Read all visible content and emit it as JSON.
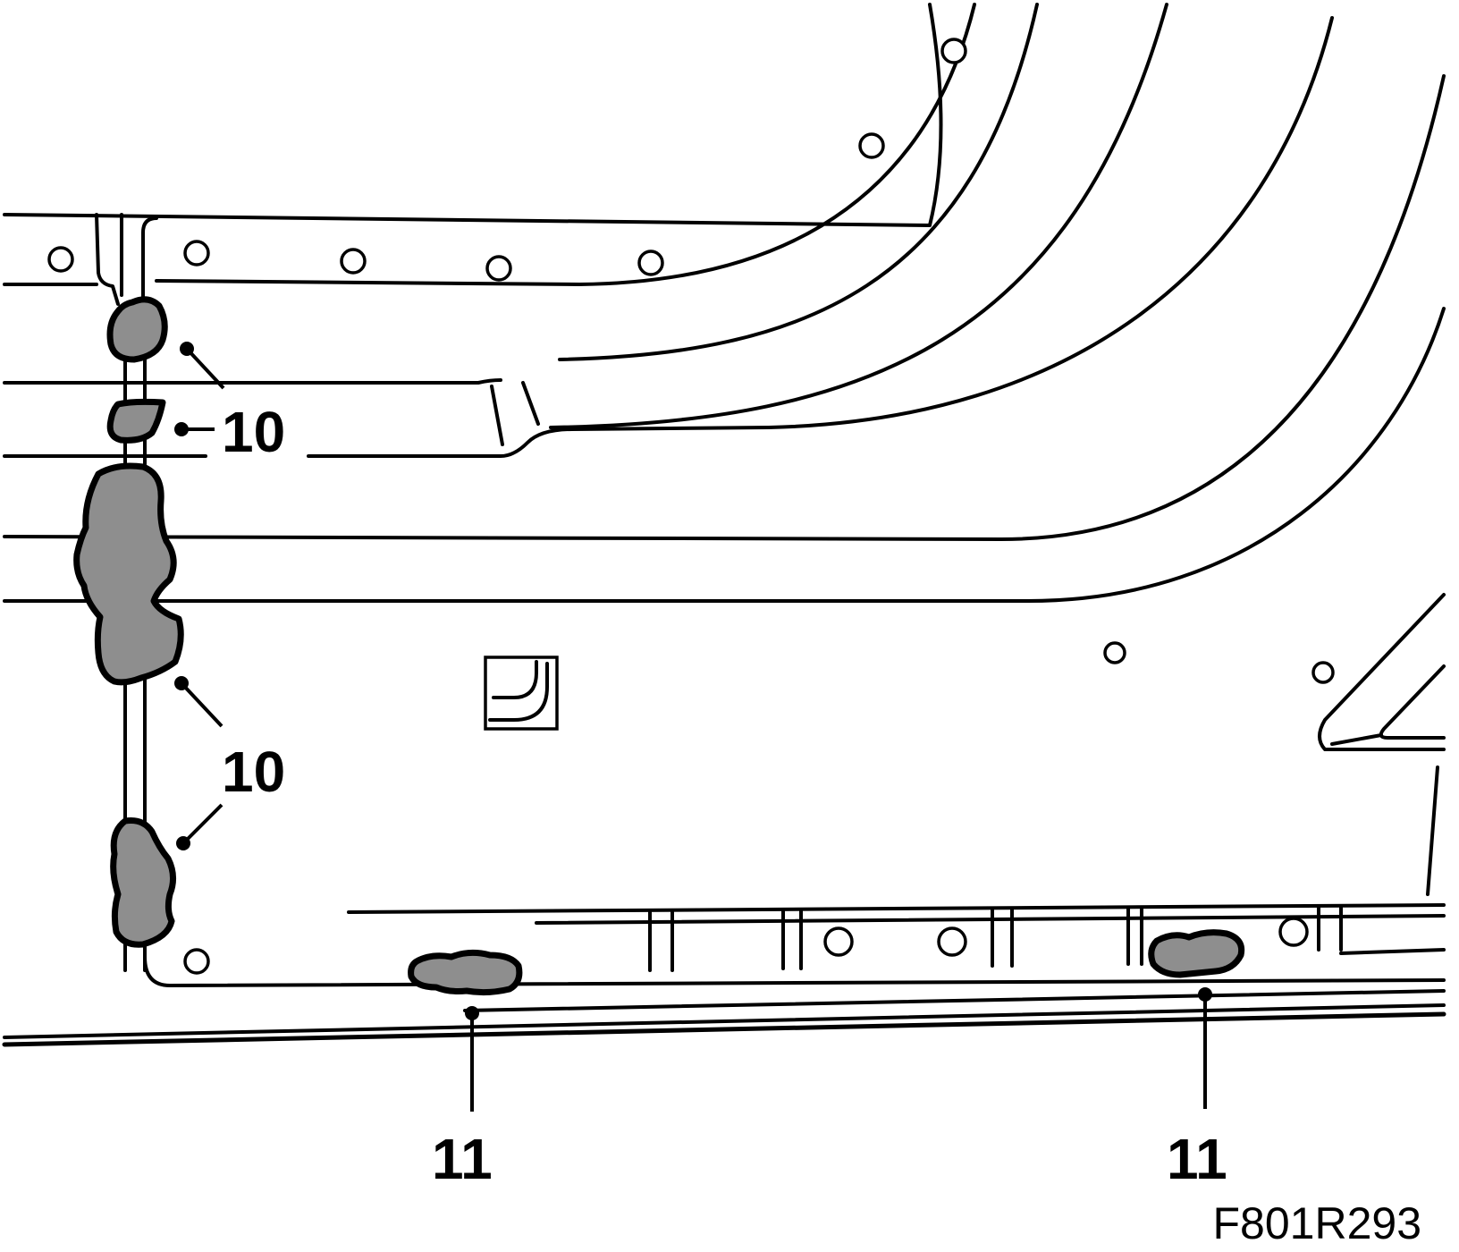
{
  "figure": {
    "code": "F801R293",
    "callouts": [
      {
        "id": "c10a",
        "label": "10"
      },
      {
        "id": "c10b",
        "label": "10"
      },
      {
        "id": "c11a",
        "label": "11"
      },
      {
        "id": "c11b",
        "label": "11"
      }
    ]
  }
}
